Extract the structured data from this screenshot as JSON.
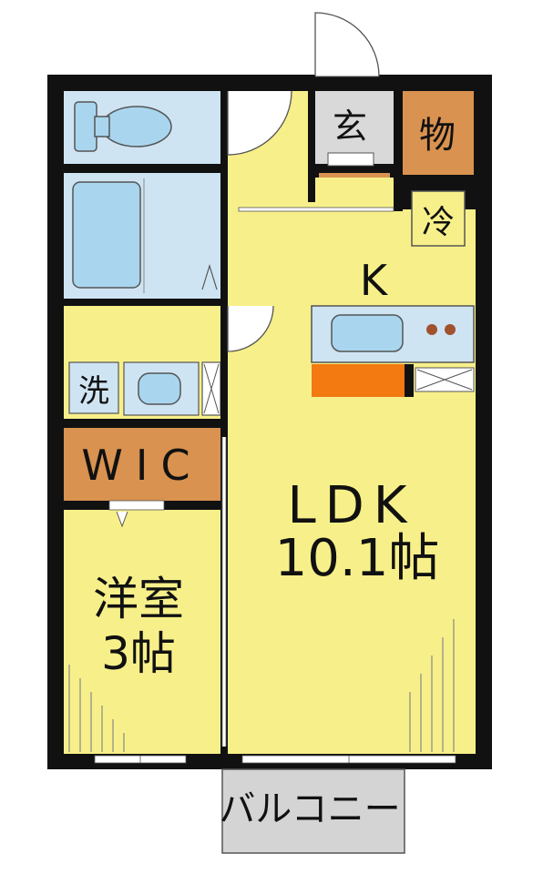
{
  "labels": {
    "entrance": "玄",
    "storage": "物",
    "fridge": "冷",
    "kitchen": "K",
    "laundry": "洗",
    "wic": "WIC",
    "ldk_name": "LDK",
    "ldk_size": "10.1帖",
    "western_name": "洋室",
    "western_size": "3帖",
    "balcony": "バルコニー"
  },
  "colors": {
    "wall": "#111111",
    "room_yellow": "#f7f08a",
    "wet_blue": "#cfe4f3",
    "fixture_blue": "#a9d6ee",
    "storage_brown": "#d9924f",
    "accent_orange": "#f27a10",
    "floor_white": "#ffffff",
    "balcony_gray": "#d4d4d4"
  }
}
